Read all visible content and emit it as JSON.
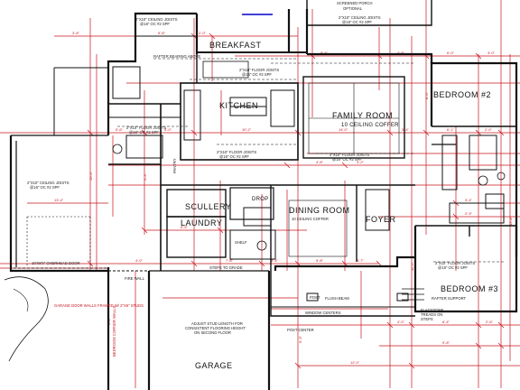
{
  "colors": {
    "wall": "#111111",
    "dimension": "#c8141e",
    "annotation": "#0000cc",
    "background": "#ffffff"
  },
  "rooms": {
    "breakfast": "BREAKFAST",
    "kitchen": "KITCHEN",
    "family_room": "FAMILY ROOM",
    "family_room_sub": "10 CEILING COFFER",
    "bedroom2": "BEDROOM #2",
    "bedroom3": "BEDROOM #3",
    "dining_room": "DINING ROOM",
    "foyer": "FOYER",
    "scullery": "SCULLERY",
    "laundry": "LAUNDRY",
    "garage": "GARAGE",
    "drop": "DROP",
    "pantry": "PANTRY"
  },
  "notes": {
    "porch_top": "SCREENED PORCH",
    "porch_opt": "OPTIONAL",
    "ceiling_joists_top": "2\"X10\" CEILING JOISTS",
    "ceiling_joists_top2": "@16\" OC #2 SPF",
    "rafter_bearing": "RAFTER BEARING ABOVE",
    "floor_joists_1": "2\"X10\" FLOOR JOISTS",
    "floor_joists_1b": "@16\" OC #2 SPF",
    "floor_joists_2": "2\"X10\" FLOOR JOISTS",
    "floor_joists_2b": "@16\" OC #2 SPF",
    "floor_joists_3": "2\"X10\" FLOOR JOISTS",
    "floor_joists_3b": "@16\" OC #2 SPF",
    "floor_joists_4": "2\"X10\" FLOOR JOISTS",
    "floor_joists_4b": "@16\" OC #2 SPF",
    "garage_joists": "2\"X10\" CEILING JOISTS",
    "garage_joists_b": "@16\" OC #2 SPF",
    "overhead_door": "10'X8'0\" OVERHEAD DOOR",
    "garage_note": "GARAGE DOOR WALLS FRAMED W/ 2\"X6\" STUDS",
    "steps_grade": "STEPS TO GRADE",
    "flush_beam": "FLUSH BEAM",
    "porch_post": "POST",
    "post_center": "POST CENTER",
    "window_centers": "WINDOW CENTERS",
    "adjust_stud": "ADJUST STUD LENGTH FOR",
    "adjust_stud2": "CONSISTENT FLOORING HEIGHT",
    "adjust_stud3": "ON SECOND FLOOR",
    "flagstone": "FLAGSTONE",
    "flagstone2": "TREADS ON",
    "flagstone3": "STEPS",
    "rafter_support": "RAFTER SUPPORT",
    "shelf": "SHELF",
    "porch_ceiling": "10 CEILING COFFER",
    "fire_wall": "FIRE WALL",
    "bedroom_block": "BEDROOM CORNER WALLS"
  }
}
